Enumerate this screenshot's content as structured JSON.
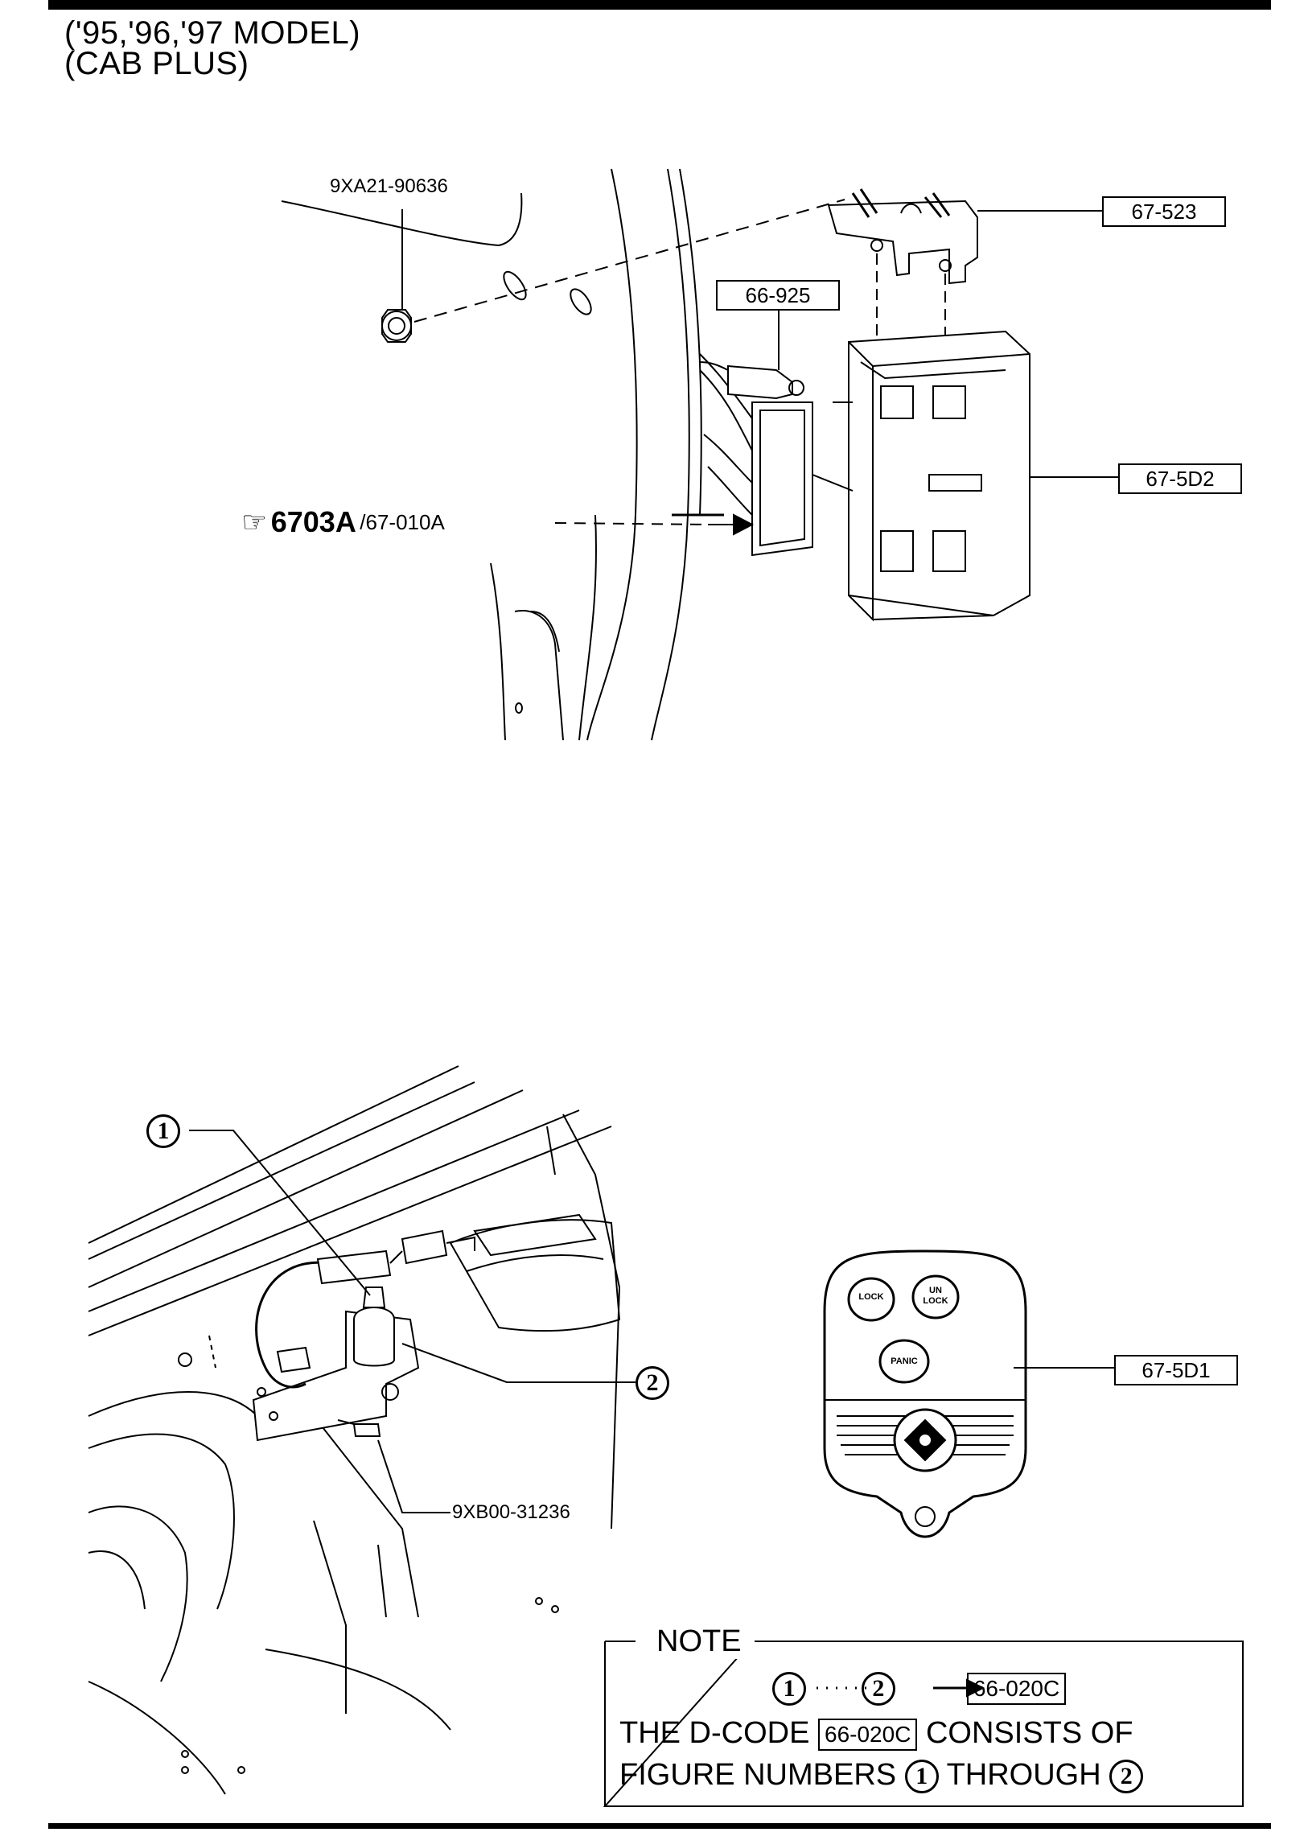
{
  "header": {
    "line1": "('95,'96,'97 MODEL)",
    "line2": "(CAB PLUS)"
  },
  "top_figure": {
    "label_nut": "9XA21-90636",
    "box_bracket": "67-523",
    "box_antenna": "66-925",
    "box_module": "67-5D2",
    "ref_big": "6703A",
    "ref_small": "/67-010A",
    "ref_icon": "pointing-hand-icon"
  },
  "bottom_figure": {
    "callout_1": "1",
    "callout_2": "2",
    "label_bolt": "9XB00-31236",
    "box_remote": "67-5D1",
    "remote_buttons": {
      "lock": "LOCK",
      "unlock_1": "UN",
      "unlock_2": "LOCK",
      "panic": "PANIC"
    }
  },
  "note": {
    "title": "NOTE",
    "range_from": "1",
    "range_to": "2",
    "dcode": "66-020C",
    "line1_a": "THE D-CODE",
    "line1_b": "CONSISTS OF",
    "line2_a": "FIGURE NUMBERS",
    "line2_b": "THROUGH"
  }
}
